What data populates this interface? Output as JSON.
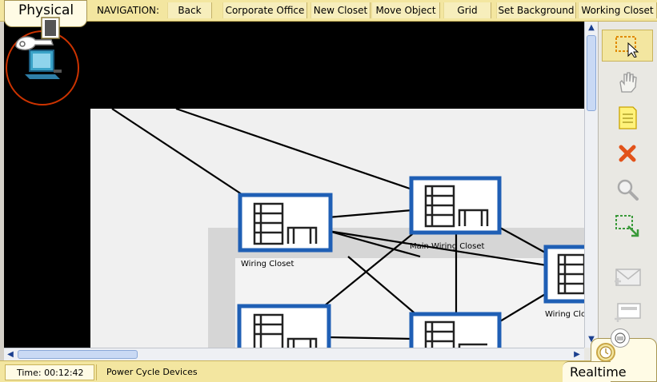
{
  "mode_tab": {
    "label": "Physical"
  },
  "navigation": {
    "label": "NAVIGATION:",
    "buttons": [
      "Back",
      "Corporate Office",
      "New Closet",
      "Move Object",
      "Grid",
      "Set Background",
      "Working Closet"
    ]
  },
  "canvas": {
    "devices": [
      {
        "label": "Wiring Closet"
      },
      {
        "label": "Main Wiring Closet"
      },
      {
        "label": "Wiring Clos"
      },
      {
        "label": ""
      },
      {
        "label": ""
      }
    ]
  },
  "tools": [
    {
      "icon": "select-icon",
      "active": true
    },
    {
      "icon": "move-hand-icon"
    },
    {
      "icon": "note-icon"
    },
    {
      "icon": "delete-icon"
    },
    {
      "icon": "inspect-icon"
    },
    {
      "icon": "resize-icon"
    },
    {
      "icon": "add-simple-pdu-icon"
    },
    {
      "icon": "add-complex-pdu-icon"
    }
  ],
  "status": {
    "time": "Time: 00:12:42",
    "power_cycle": "Power Cycle Devices",
    "mode": "Realtime"
  },
  "colors": {
    "accent": "#f3e6a0",
    "device_border": "#1f5fb5",
    "canvas_bg": "#000000",
    "highlight_circle": "#cc3300"
  }
}
